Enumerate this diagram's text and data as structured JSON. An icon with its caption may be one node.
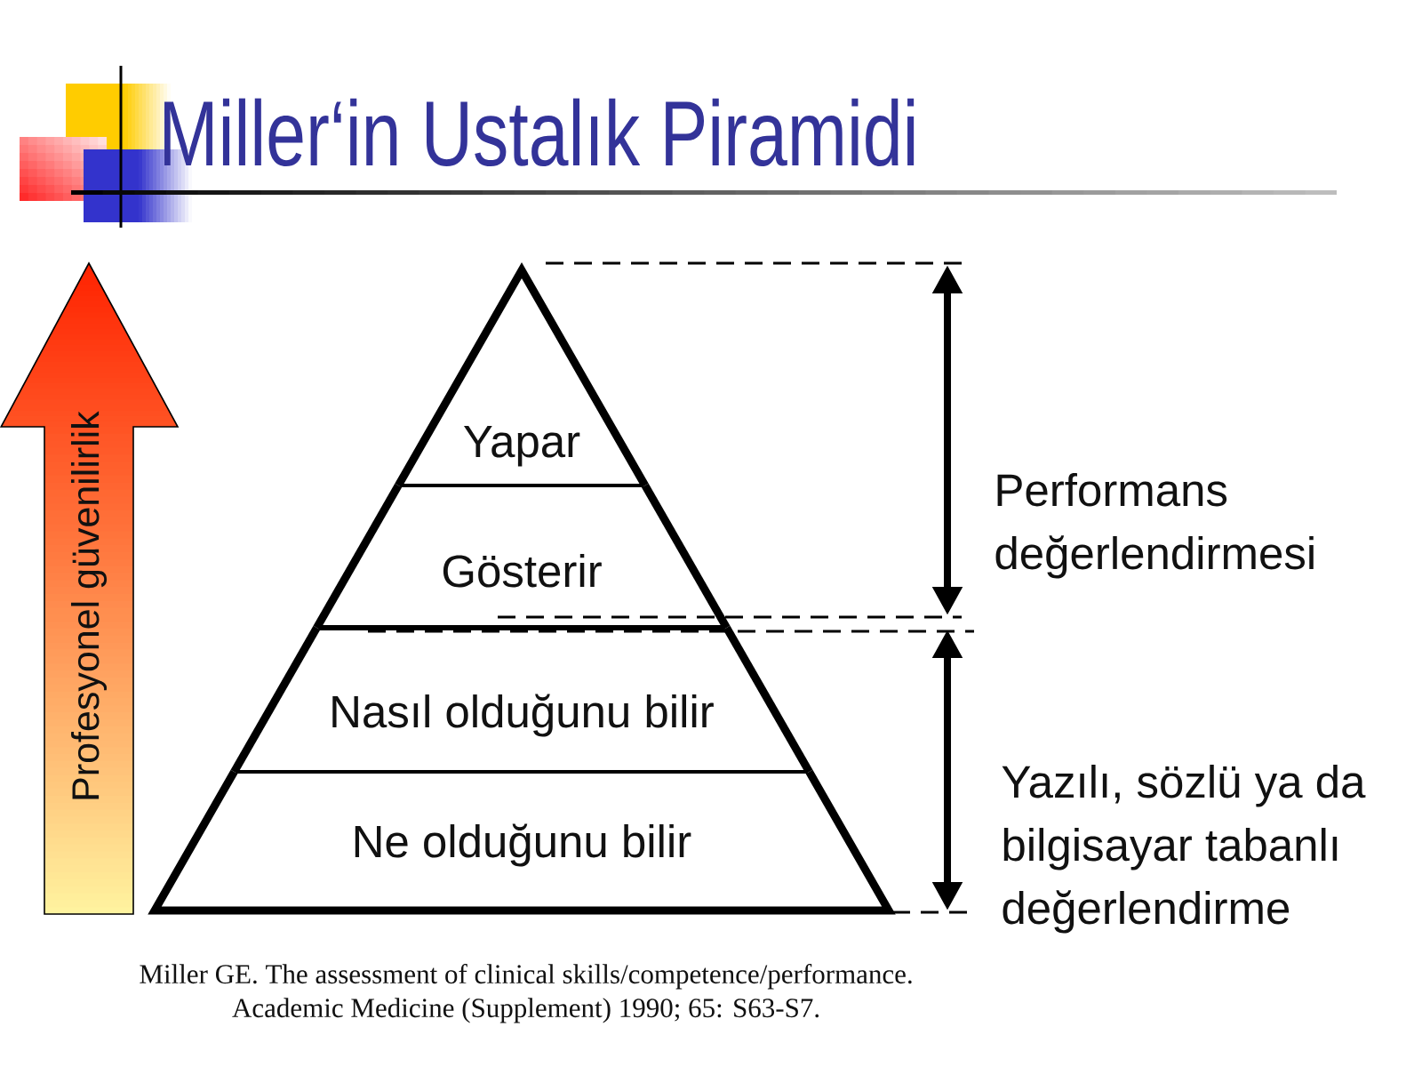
{
  "diagram": {
    "title": "Miller‘in Ustalık Piramidi",
    "nodes": [
      {
        "text": [
          "Profesyonel güvenilirlik"
        ]
      },
      {
        "text": [
          "Yapar"
        ]
      },
      {
        "text": [
          "Gösterir"
        ]
      },
      {
        "text": [
          "Nasıl olduğunu bilir"
        ]
      },
      {
        "text": [
          "Ne olduğunu bilir"
        ]
      }
    ],
    "labels": [
      "Performans değerlendirmesi",
      "Yazılı, sözlü ya da bilgisayar tabanlı değerlendirme"
    ],
    "caption": "Miller GE. The assessment of clinical skills/competence/performance. Academic Medicine (Supplement) 1990; 65: S63-S7."
  }
}
